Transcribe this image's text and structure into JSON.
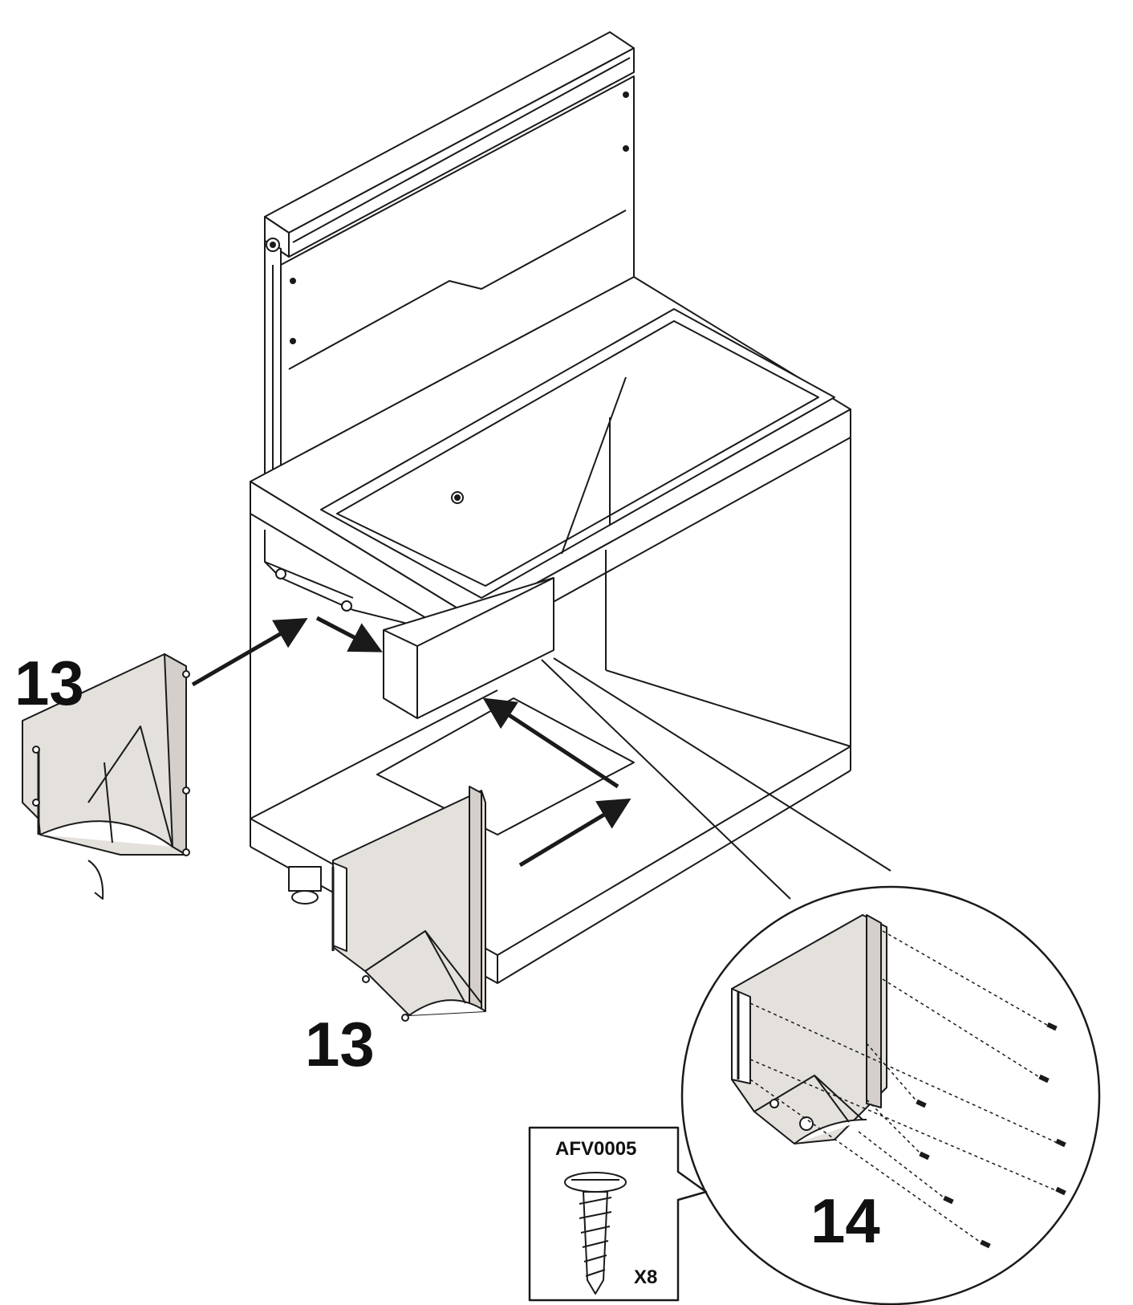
{
  "callouts": {
    "left_part_number": "13",
    "center_part_number": "13",
    "detail_step_number": "14"
  },
  "hardware": {
    "part_code": "AFV0005",
    "quantity": "X8"
  },
  "colors": {
    "line": "#1a1a1a",
    "part_fill": "#e4e0dc",
    "background": "#ffffff"
  }
}
